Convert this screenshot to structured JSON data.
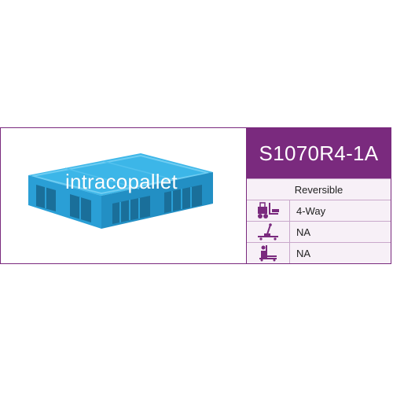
{
  "product": {
    "watermark": "intracopallet",
    "model": "S1070R4-1A",
    "brand_color": "#7a2a7e",
    "pallet_color": "#2fa8dd"
  },
  "specs": [
    {
      "label": "Reversible"
    },
    {
      "icon": "forklift-icon",
      "value": "4-Way"
    },
    {
      "icon": "hand-pallet-truck-icon",
      "value": "NA"
    },
    {
      "icon": "pallet-stacker-icon",
      "value": "NA"
    }
  ]
}
